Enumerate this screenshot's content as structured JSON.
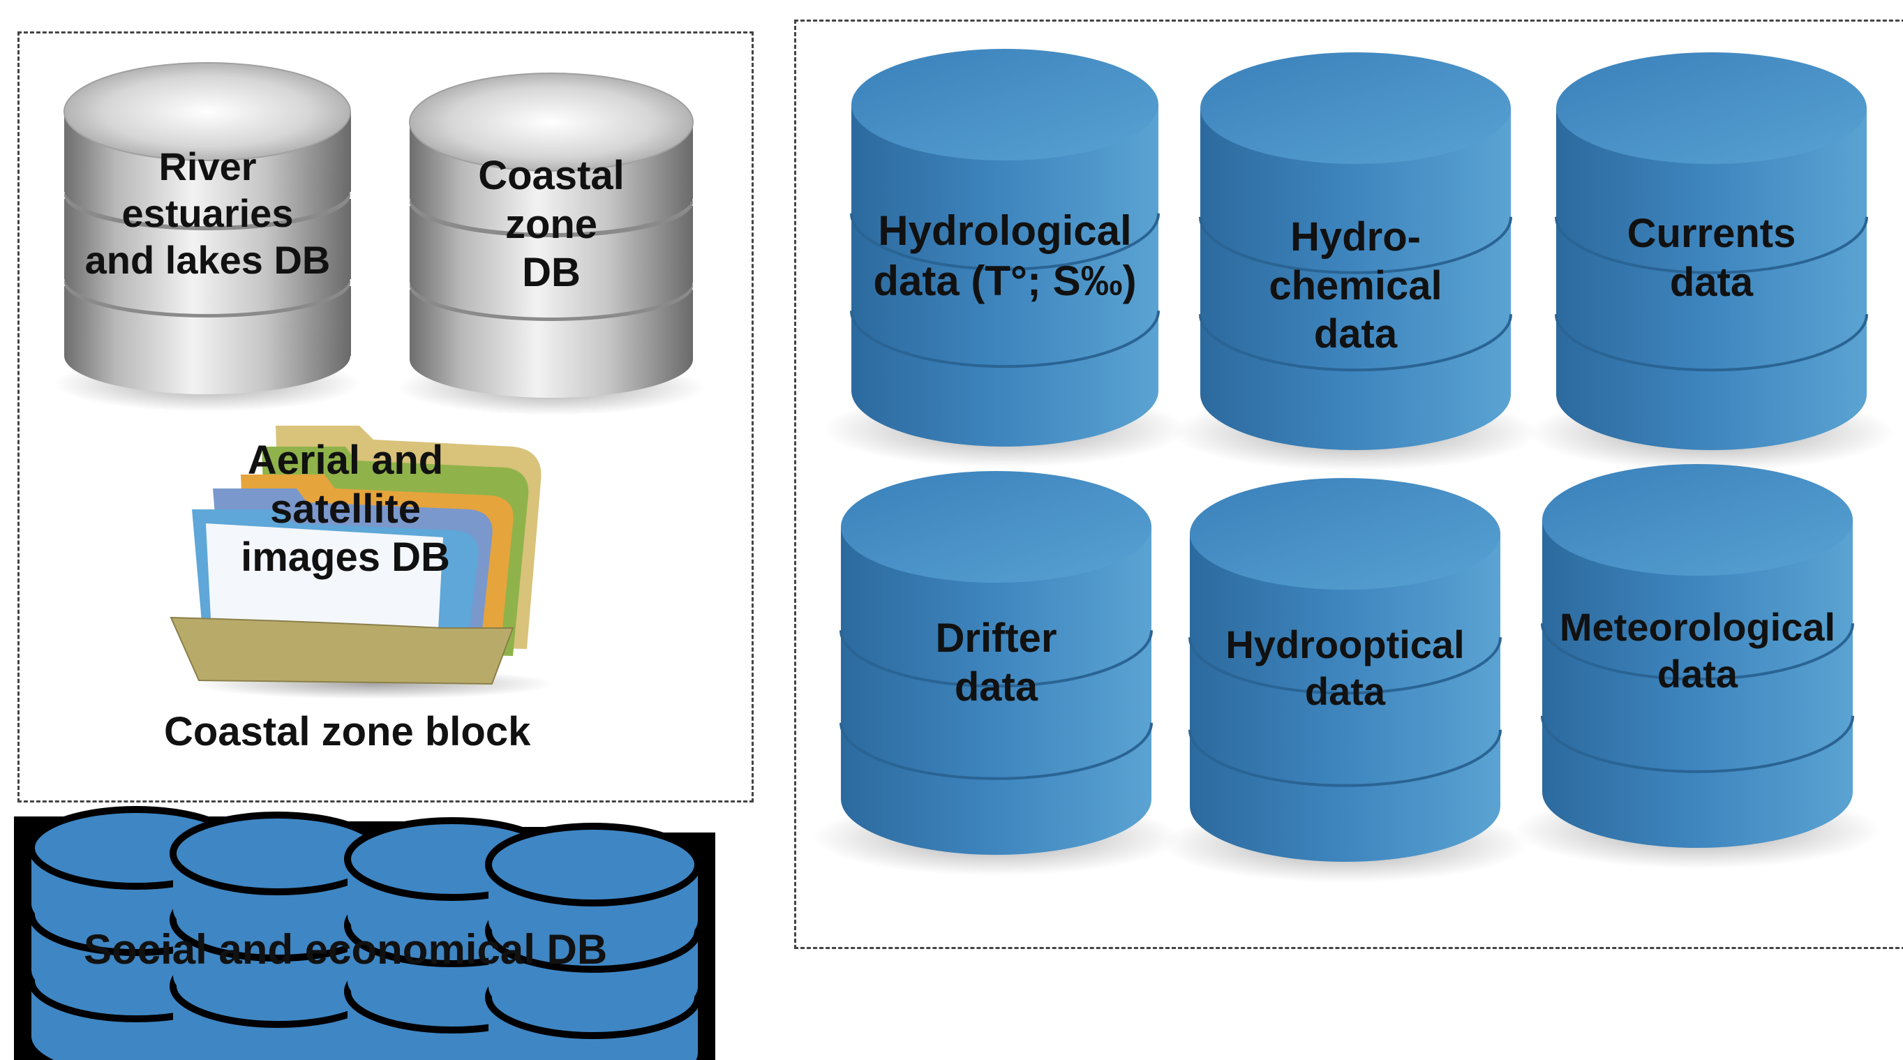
{
  "coastal_block": {
    "caption": "Coastal zone block",
    "databases": [
      {
        "label": "River\nestuaries\nand lakes DB",
        "icon": "silver-database-icon"
      },
      {
        "label": "Coastal\nzone\nDB",
        "icon": "silver-database-icon"
      }
    ],
    "images": {
      "label": "Aerial and\nsatellite\nimages DB",
      "icon": "folder-stack-icon"
    }
  },
  "marine_block": {
    "databases": [
      {
        "label": "Hydrological\ndata (T°; S‰)"
      },
      {
        "label": "Hydro-\nchemical\ndata"
      },
      {
        "label": "Currents\ndata"
      },
      {
        "label": "Drifter\ndata"
      },
      {
        "label": "Hydrooptical\ndata"
      },
      {
        "label": "Meteorological\ndata"
      }
    ]
  },
  "social_block": {
    "label": "Social and economical DB",
    "icon": "database-stack-icon"
  },
  "colors": {
    "blue_db": "#3d7fb5",
    "silver_db": "#c8c8c8",
    "social_db": "#3f86c4"
  }
}
